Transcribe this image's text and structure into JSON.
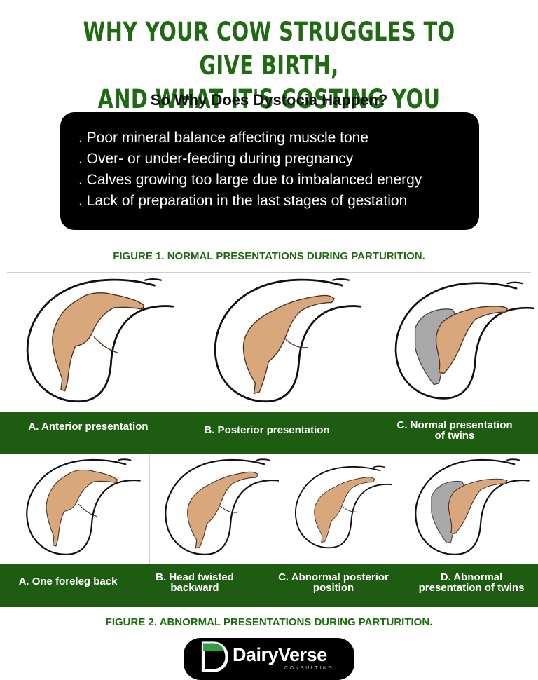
{
  "header": {
    "title_line1": "WHY YOUR COW STRUGGLES TO GIVE BIRTH,",
    "title_line2": "AND WHAT IT'S COSTING YOU QUIETLY",
    "subtitle": "So Why Does Dystocia Happen?"
  },
  "causes": [
    "Poor mineral balance affecting muscle tone",
    "Over- or under-feeding during pregnancy",
    "Calves growing too large due to imbalanced energy",
    "Lack of preparation in the last stages of gestation"
  ],
  "figure1": {
    "caption": "FIGURE 1. NORMAL PRESENTATIONS DURING PARTURITION.",
    "panels": [
      {
        "label": "A. Anterior presentation",
        "icon": "calf-anterior-icon"
      },
      {
        "label": "B. Posterior presentation",
        "icon": "calf-posterior-icon"
      },
      {
        "label_line1": "C. Normal presentation",
        "label_line2": "of twins",
        "icon": "twins-normal-icon"
      }
    ]
  },
  "figure2": {
    "caption": "FIGURE 2. ABNORMAL PRESENTATIONS DURING PARTURITION.",
    "panels": [
      {
        "label": "A. One foreleg back",
        "icon": "calf-foreleg-back-icon"
      },
      {
        "label_line1": "B. Head twisted",
        "label_line2": "backward",
        "icon": "calf-head-twisted-icon"
      },
      {
        "label_line1": "C. Abnormal posterior",
        "label_line2": "position",
        "icon": "calf-abnormal-posterior-icon"
      },
      {
        "label_line1": "D. Abnormal",
        "label_line2": "presentation of twins",
        "icon": "twins-abnormal-icon"
      }
    ]
  },
  "brand": {
    "name": "DairyVerse",
    "sub": "CONSULTING",
    "icon": "dairyverse-logo-icon"
  },
  "colors": {
    "title_green": "#1f6a12",
    "band_green": "#1e5c12",
    "calf": "#d9a77c",
    "twin": "#a9a9a9"
  }
}
